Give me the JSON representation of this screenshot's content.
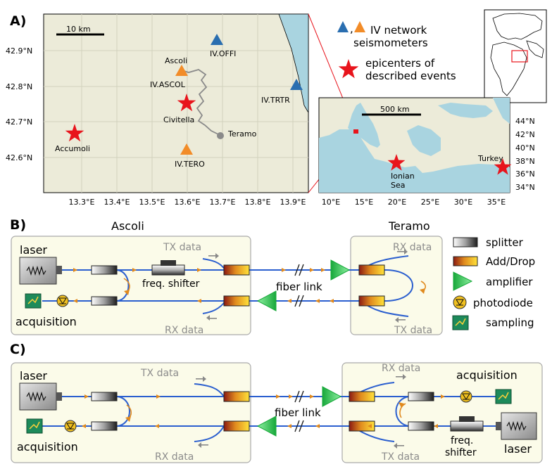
{
  "panel_labels": {
    "a": "A)",
    "b": "B)",
    "c": "C)"
  },
  "map_a": {
    "scalebar": "10 km",
    "lat_ticks": [
      "42.9°N",
      "42.8°N",
      "42.7°N",
      "42.6°N"
    ],
    "lon_ticks": [
      "13.3°E",
      "13.4°E",
      "13.5°E",
      "13.6°E",
      "13.7°E",
      "13.8°E",
      "13.9°E"
    ],
    "stations": [
      "IV.OFFI",
      "IV.ASCOL",
      "IV.TRTR",
      "IV.TERO"
    ],
    "towns": [
      "Ascoli",
      "Civitella",
      "Teramo",
      "Accumoli"
    ]
  },
  "legend_a": {
    "seismo_comma": ",",
    "seismo_line1": "IV network",
    "seismo_line2": "seismometers",
    "epic_line1": "epicenters of",
    "epic_line2": "described events"
  },
  "map_b": {
    "scalebar": "500 km",
    "lat_ticks": [
      "44°N",
      "42°N",
      "40°N",
      "38°N",
      "36°N",
      "34°N"
    ],
    "lon_ticks": [
      "10°E",
      "15°E",
      "20°E",
      "25°E",
      "30°E",
      "35°E"
    ],
    "labels": [
      "Turkey",
      "Ionian",
      "Sea"
    ]
  },
  "diagram_b": {
    "site_left": "Ascoli",
    "site_right": "Teramo",
    "laser": "laser",
    "freq_shifter": "freq. shifter",
    "acquisition": "acquisition",
    "tx_top": "TX data",
    "rx_bottom": "RX data",
    "rx_top_right": "RX data",
    "tx_bottom_right": "TX data",
    "fiber_link": "fiber link"
  },
  "legend_b": {
    "splitter": "splitter",
    "adddrop": "Add/Drop",
    "amplifier": "amplifier",
    "photodiode": "photodiode",
    "sampling": "sampling"
  },
  "diagram_c": {
    "laser_left": "laser",
    "acquisition_left": "acquisition",
    "tx_top_left": "TX data",
    "rx_bottom_left": "RX data",
    "fiber_link": "fiber link",
    "rx_top_right": "RX data",
    "tx_bottom_right": "TX data",
    "acquisition_right": "acquisition",
    "freq_line1": "freq.",
    "freq_line2": "shifter",
    "laser_right": "laser"
  },
  "colors": {
    "map_land": "#ecebd9",
    "sea": "#a9d4e0",
    "box_bg": "#fbfbe9",
    "fiber": "#2b5fcf",
    "arrow": "#e08a1e",
    "station_blue": "#2a6eb0",
    "station_orange": "#f28c28",
    "epicenter": "#e8141c",
    "amplifier": "#22cc44",
    "sampling": "#1d8a5a"
  }
}
